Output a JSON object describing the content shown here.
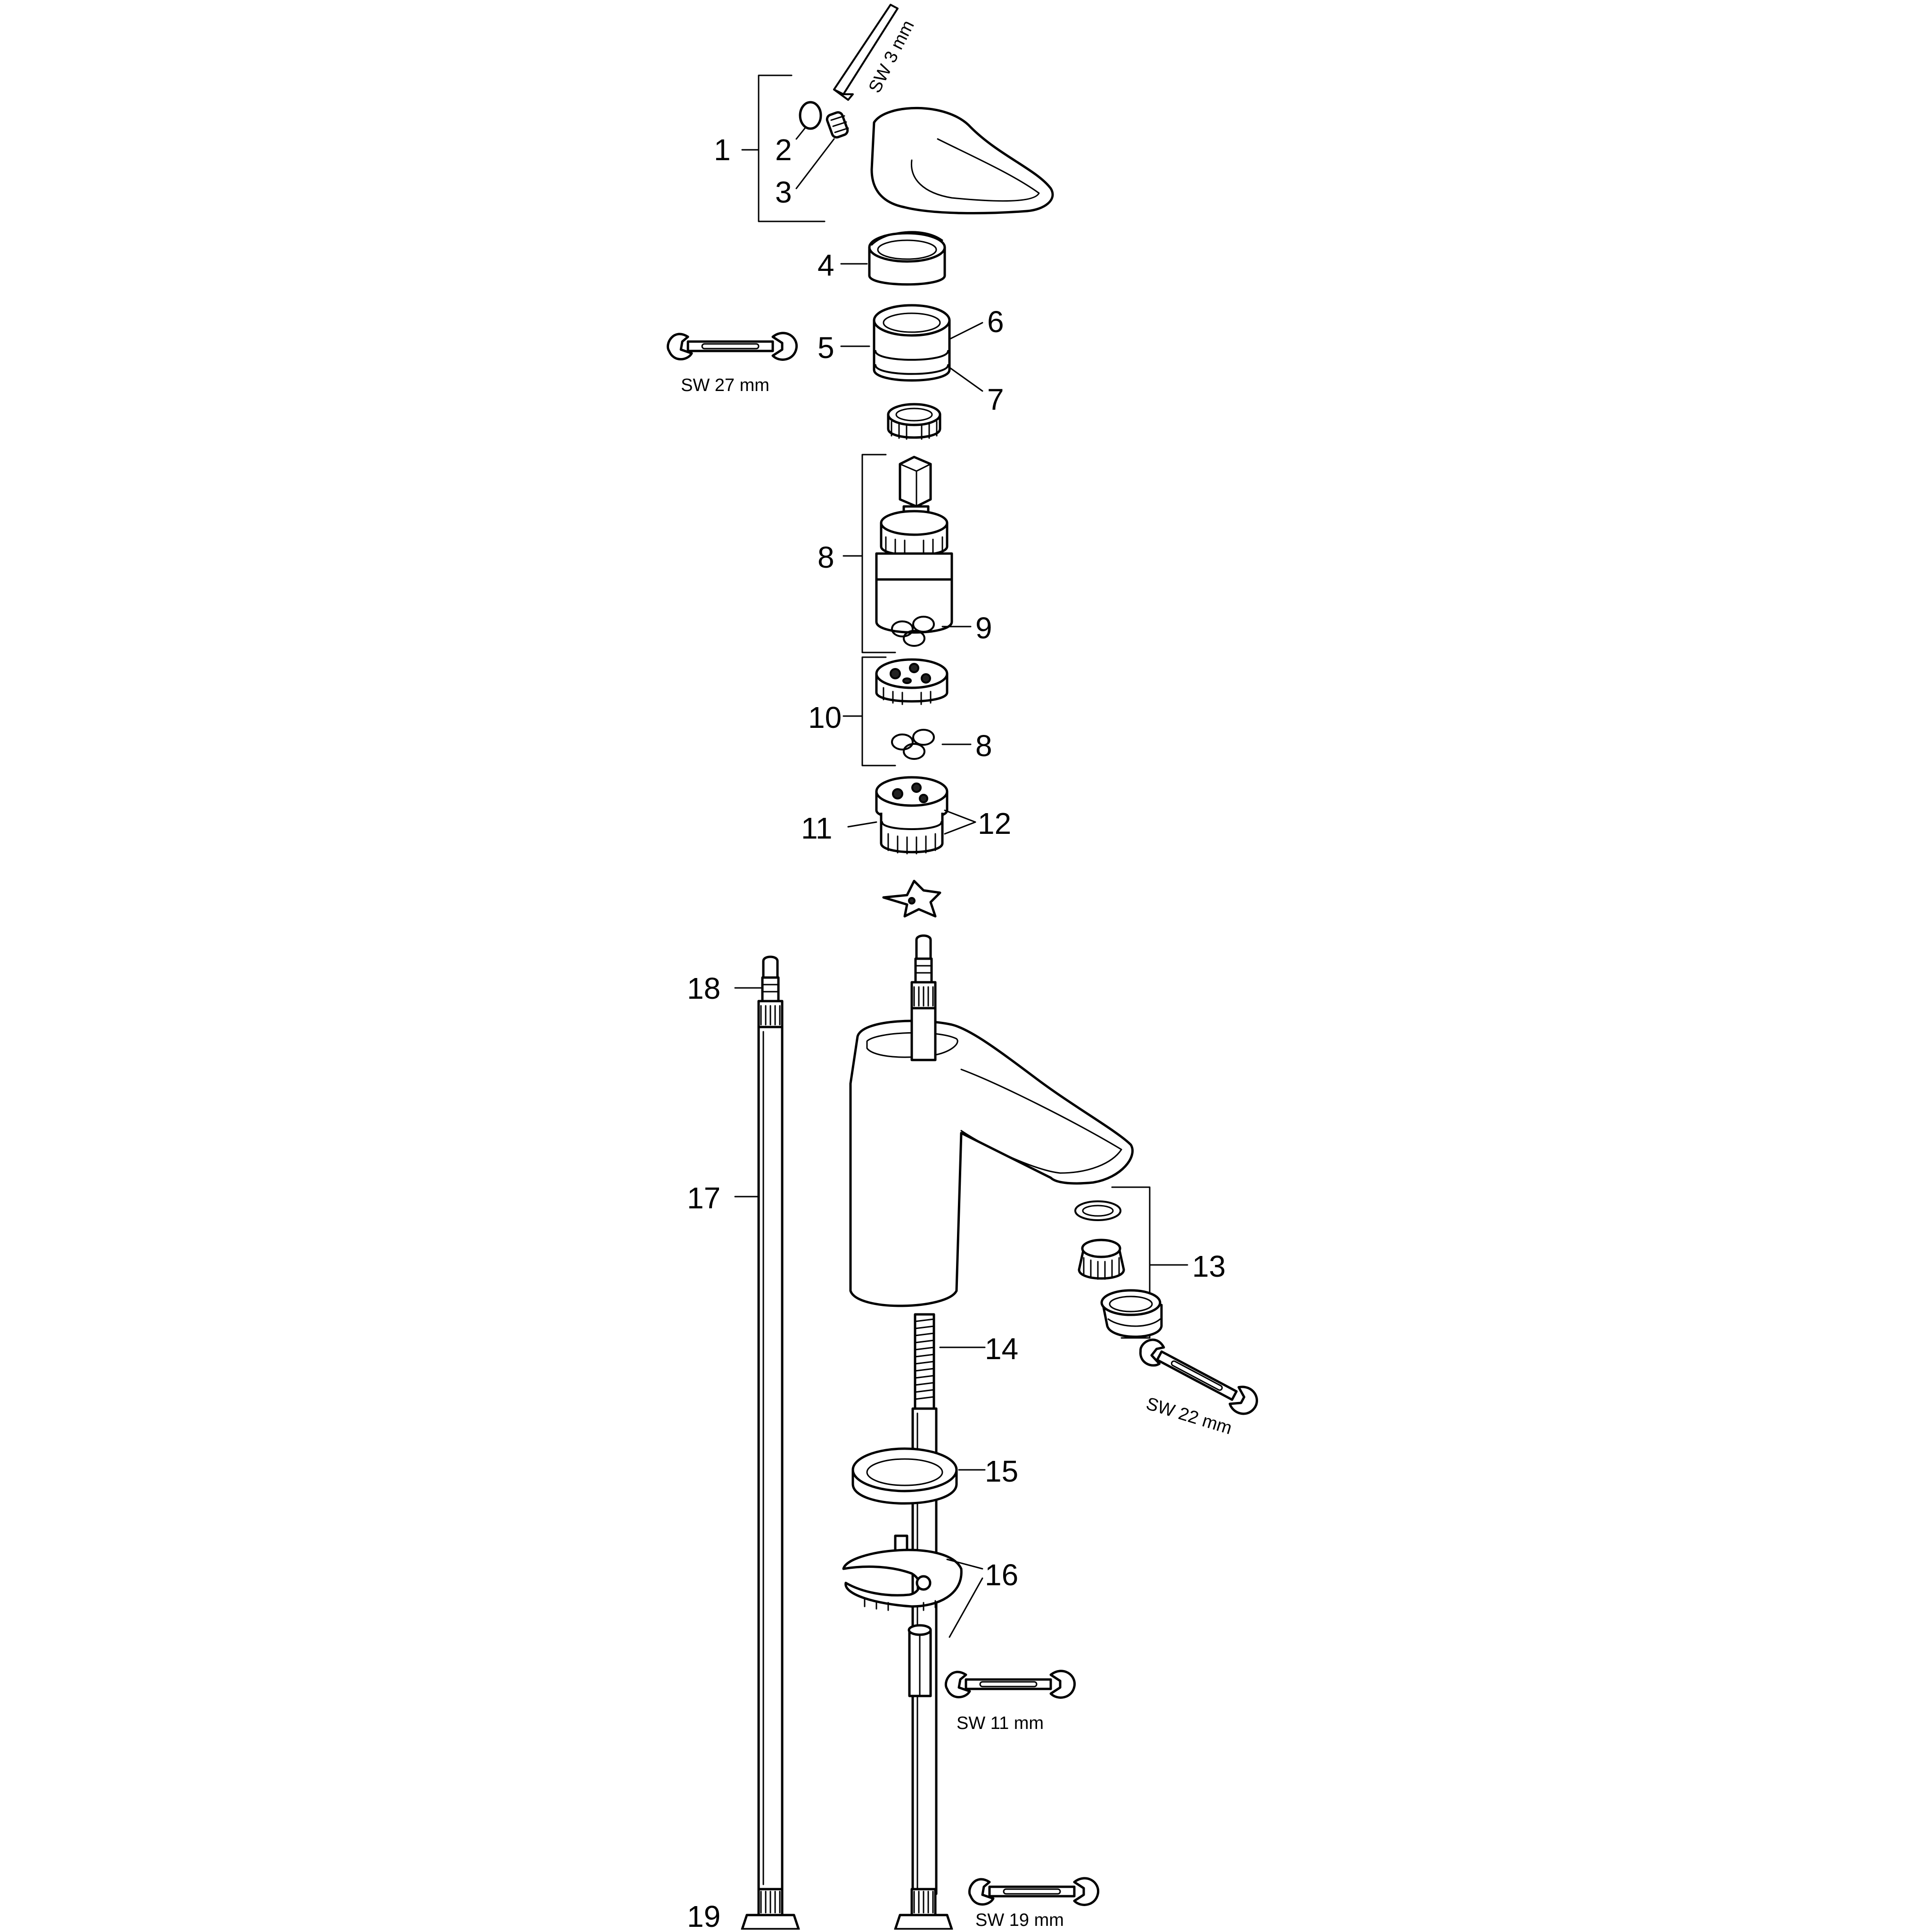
{
  "diagram": {
    "labels": {
      "l1": "1",
      "l2": "2",
      "l3": "3",
      "l4": "4",
      "l5": "5",
      "l6": "6",
      "l7": "7",
      "l8a": "8",
      "l9": "9",
      "l10": "10",
      "l8b": "8",
      "l11": "11",
      "l12": "12",
      "l13": "13",
      "l14": "14",
      "l15": "15",
      "l16": "16",
      "l17": "17",
      "l18": "18",
      "l19": "19"
    },
    "tools": {
      "hex_key": "SW 3 mm",
      "wrench_27": "SW 27 mm",
      "wrench_22": "SW 22 mm",
      "wrench_11": "SW 11 mm",
      "wrench_19": "SW 19 mm"
    }
  }
}
